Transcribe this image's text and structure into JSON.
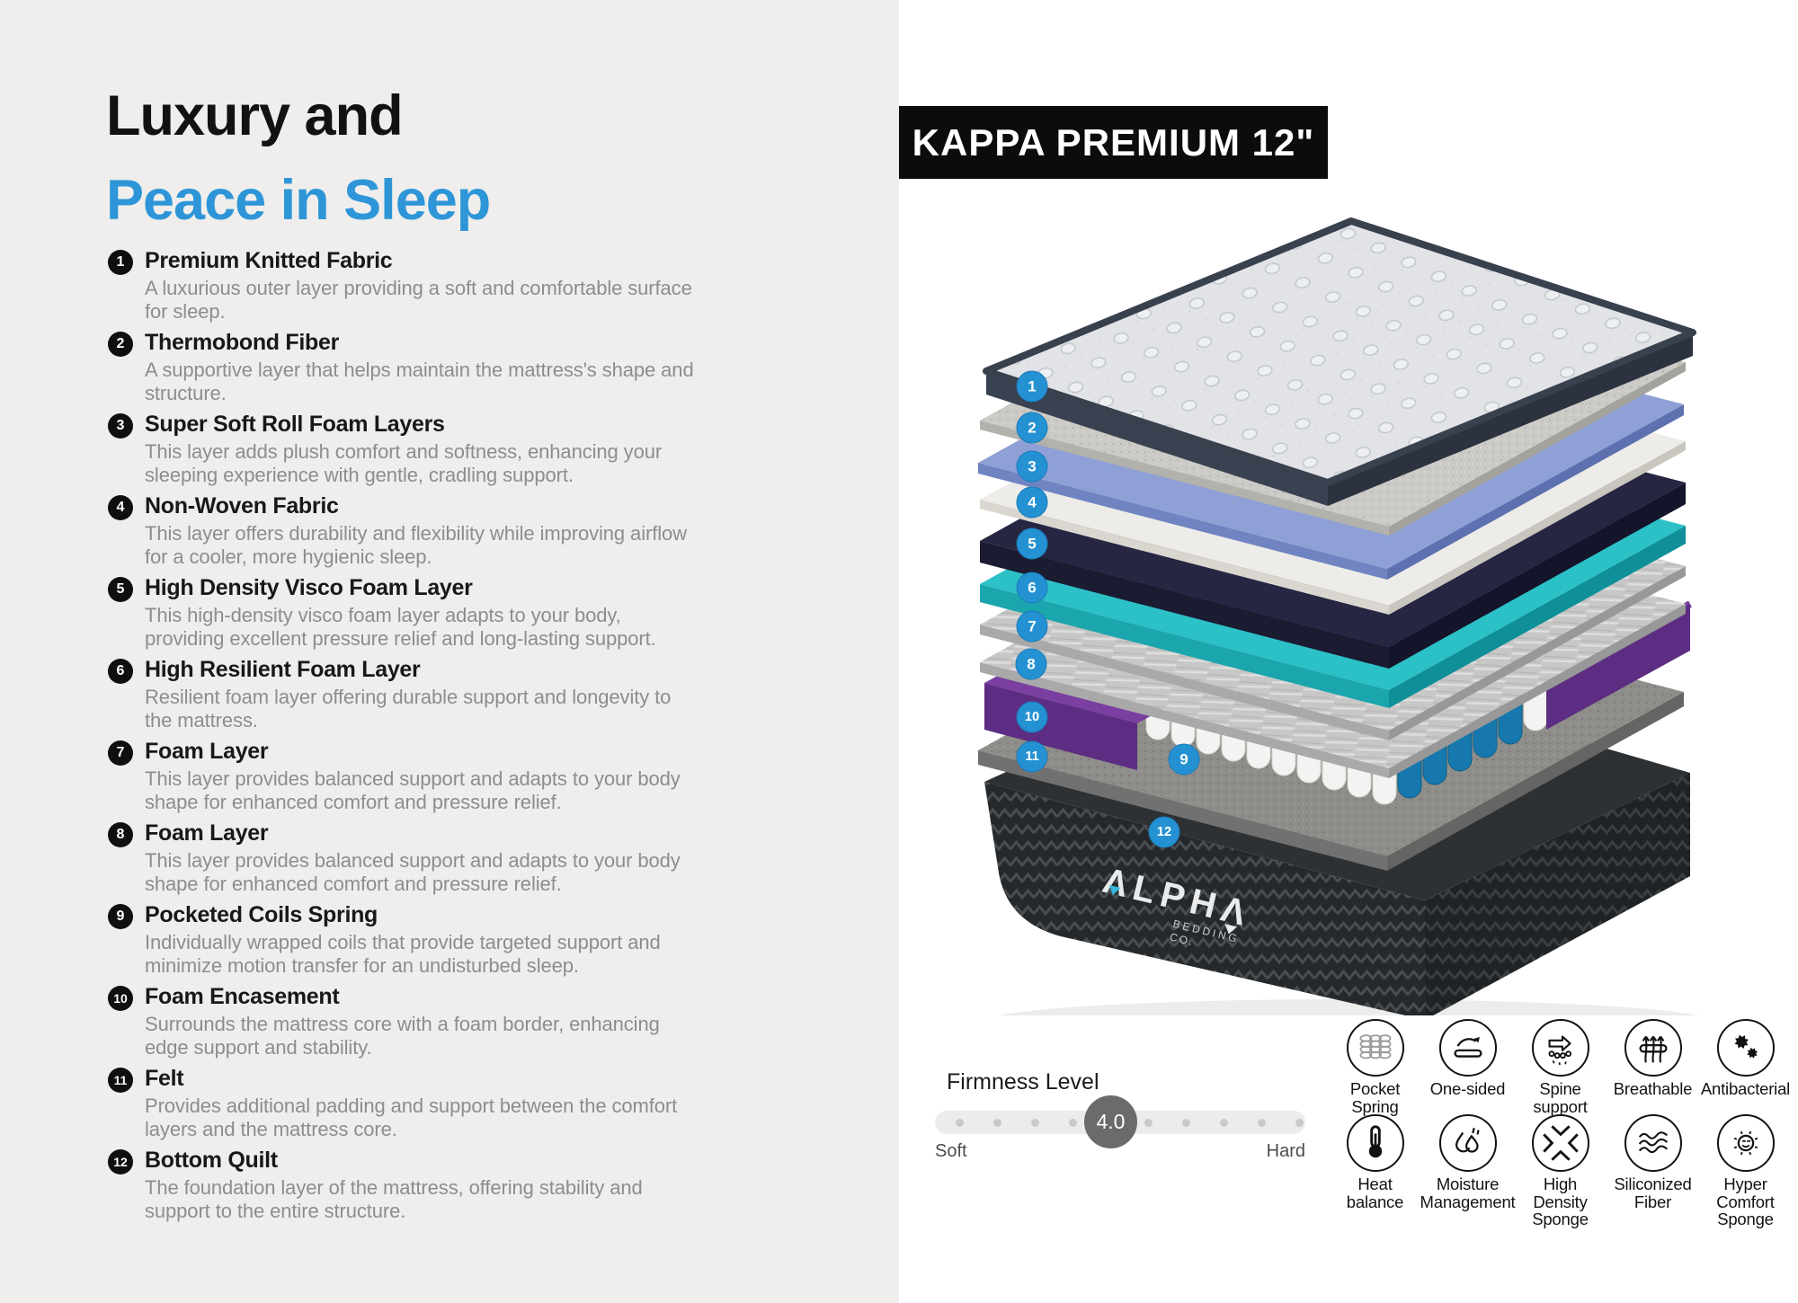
{
  "title": {
    "line1": "Luxury and",
    "line2": "Peace in Sleep"
  },
  "product_banner": {
    "label": "KAPPA PREMIUM 12\""
  },
  "layers": [
    {
      "num": 1,
      "name": "Premium Knitted Fabric",
      "desc": "A luxurious outer layer providing a soft and comfortable surface for sleep."
    },
    {
      "num": 2,
      "name": "Thermobond Fiber",
      "desc": "A supportive layer that helps maintain the mattress's shape and structure."
    },
    {
      "num": 3,
      "name": "Super Soft Roll Foam Layers",
      "desc": "This layer adds plush comfort and softness, enhancing your sleeping experience with gentle, cradling support."
    },
    {
      "num": 4,
      "name": "Non-Woven Fabric",
      "desc": "This layer offers durability and flexibility while improving airflow for a cooler, more hygienic sleep."
    },
    {
      "num": 5,
      "name": "High Density Visco Foam Layer",
      "desc": "This high-density visco foam layer adapts to your body, providing excellent pressure relief and long-lasting support."
    },
    {
      "num": 6,
      "name": "High Resilient Foam Layer",
      "desc": "Resilient foam layer offering durable support and longevity to the mattress."
    },
    {
      "num": 7,
      "name": "Foam Layer",
      "desc": "This layer provides balanced support and adapts to your body shape for enhanced comfort and pressure relief."
    },
    {
      "num": 8,
      "name": "Foam Layer",
      "desc": "This layer provides balanced support and adapts to your body shape for enhanced comfort and pressure relief."
    },
    {
      "num": 9,
      "name": "Pocketed Coils Spring",
      "desc": "Individually wrapped coils that provide targeted support and minimize motion transfer for an undisturbed sleep."
    },
    {
      "num": 10,
      "name": "Foam Encasement",
      "desc": "Surrounds the mattress core with a foam border, enhancing edge support and stability."
    },
    {
      "num": 11,
      "name": "Felt",
      "desc": "Provides additional padding and support between the comfort layers and the mattress core."
    },
    {
      "num": 12,
      "name": "Bottom Quilt",
      "desc": "The foundation layer of the mattress, offering stability and support to the entire structure."
    }
  ],
  "diagram": {
    "brand": {
      "name": "ΛLPHΛ",
      "sub_line1": "BEDDING",
      "sub_line2": "CO."
    }
  },
  "firmness": {
    "label": "Firmness Level",
    "value": "4.0",
    "min_label": "Soft",
    "max_label": "Hard",
    "dot_count": 10,
    "knob_dot_index": 4
  },
  "features": [
    {
      "icon": "pocket-spring-icon",
      "label": "Pocket\nSpring"
    },
    {
      "icon": "one-sided-icon",
      "label": "One-sided"
    },
    {
      "icon": "spine-support-icon",
      "label": "Spine\nsupport"
    },
    {
      "icon": "breathable-icon",
      "label": "Breathable"
    },
    {
      "icon": "antibacterial-icon",
      "label": "Antibacterial"
    },
    {
      "icon": "heat-balance-icon",
      "label": "Heat\nbalance"
    },
    {
      "icon": "moisture-management-icon",
      "label": "Moisture\nManagement"
    },
    {
      "icon": "high-density-sponge-icon",
      "label": "High\nDensity\nSponge"
    },
    {
      "icon": "siliconized-fiber-icon",
      "label": "Siliconized\nFiber"
    },
    {
      "icon": "hyper-comfort-sponge-icon",
      "label": "Hyper\nComfort\nSponge"
    }
  ],
  "colors": {
    "accent_blue": "#2e96d8",
    "badge_blue": "#2492d2",
    "coil_blue": "#1678ad",
    "encasement_purple": "#5c2d82",
    "encasement_purple_light": "#7a3fa0",
    "teal_layer": "#2cc0c7",
    "navy_layer": "#262642",
    "periwinkle_layer": "#8ea0d6",
    "knob_gray": "#6b6b6b",
    "banner_bg": "#0c0c0c"
  }
}
